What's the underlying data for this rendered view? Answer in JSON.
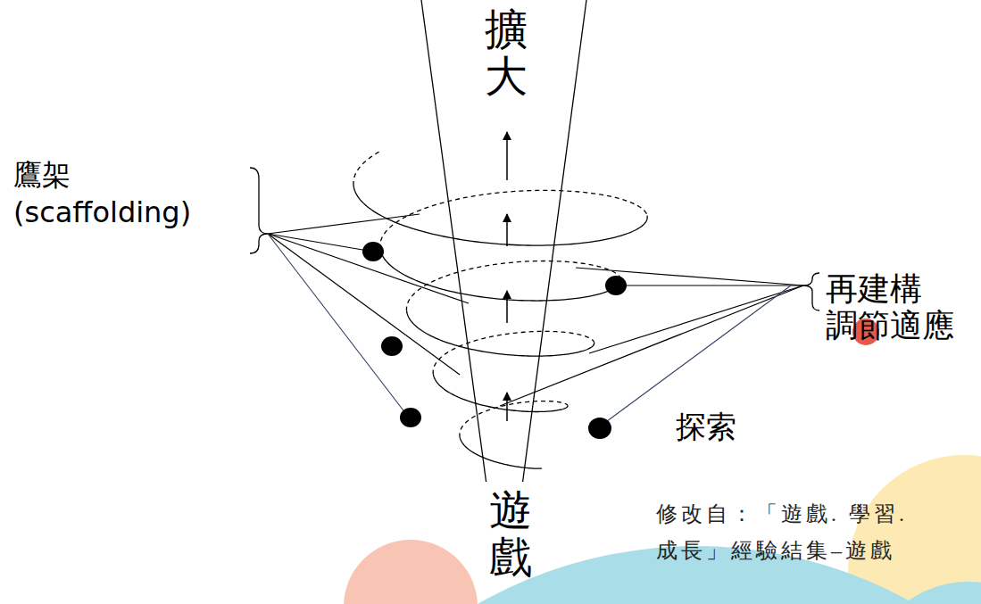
{
  "diagram": {
    "caption": "修改自：「遊戲. 學習. 成長」經驗結集–遊戲",
    "labels": [
      "擴大",
      "遊戲",
      "鷹架 (scaffolding)",
      "再建構 調節適應",
      "探索"
    ]
  }
}
